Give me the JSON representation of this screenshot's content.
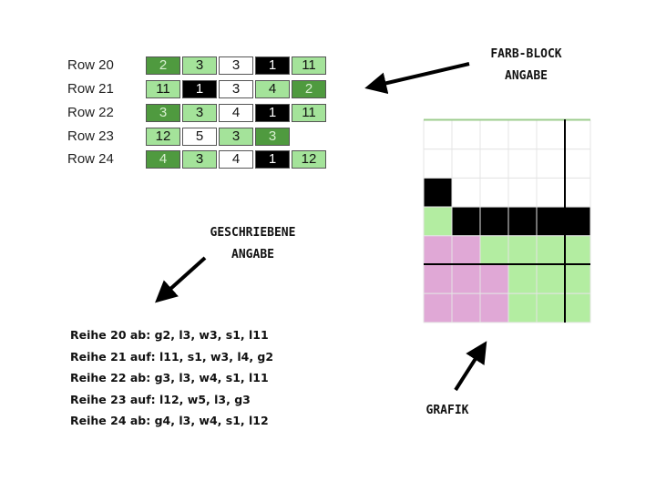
{
  "colors": {
    "g": "#4f9a3f",
    "l": "#a4e39a",
    "w": "#ffffff",
    "s": "#000000",
    "p": "#e0a8d6",
    "grid_green": "#b3eda1"
  },
  "farb_block": {
    "rows": [
      {
        "label": "Row 20",
        "blocks": [
          {
            "c": "g",
            "n": "2"
          },
          {
            "c": "l",
            "n": "3"
          },
          {
            "c": "w",
            "n": "3"
          },
          {
            "c": "s",
            "n": "1"
          },
          {
            "c": "l",
            "n": "11"
          }
        ]
      },
      {
        "label": "Row 21",
        "blocks": [
          {
            "c": "l",
            "n": "11"
          },
          {
            "c": "s",
            "n": "1"
          },
          {
            "c": "w",
            "n": "3"
          },
          {
            "c": "l",
            "n": "4"
          },
          {
            "c": "g",
            "n": "2"
          }
        ]
      },
      {
        "label": "Row 22",
        "blocks": [
          {
            "c": "g",
            "n": "3"
          },
          {
            "c": "l",
            "n": "3"
          },
          {
            "c": "w",
            "n": "4"
          },
          {
            "c": "s",
            "n": "1"
          },
          {
            "c": "l",
            "n": "11"
          }
        ]
      },
      {
        "label": "Row 23",
        "blocks": [
          {
            "c": "l",
            "n": "12"
          },
          {
            "c": "w",
            "n": "5"
          },
          {
            "c": "l",
            "n": "3"
          },
          {
            "c": "g",
            "n": "3"
          }
        ]
      },
      {
        "label": "Row 24",
        "blocks": [
          {
            "c": "g",
            "n": "4"
          },
          {
            "c": "l",
            "n": "3"
          },
          {
            "c": "w",
            "n": "4"
          },
          {
            "c": "s",
            "n": "1"
          },
          {
            "c": "l",
            "n": "12"
          }
        ]
      }
    ]
  },
  "labels": {
    "farb_line1": "FARB-BLOCK",
    "farb_line2": "ANGABE",
    "geschrieben_line1": "GESCHRIEBENE",
    "geschrieben_line2": "ANGABE",
    "grafik": "GRAFIK"
  },
  "written": [
    "Reihe 20 ab: g2, l3, w3, s1, l11",
    "Reihe 21 auf: l11, s1, w3, l4, g2",
    "Reihe 22 ab: g3, l3, w4, s1, l11",
    "Reihe 23 auf: l12, w5, l3, g3",
    "Reihe 24 ab: g4, l3, w4, s1, l12"
  ],
  "grafik_grid": [
    [
      "w",
      "w",
      "w",
      "w",
      "w",
      "w"
    ],
    [
      "w",
      "w",
      "w",
      "w",
      "w",
      "w"
    ],
    [
      "s",
      "w",
      "w",
      "w",
      "w",
      "w"
    ],
    [
      "G",
      "s",
      "s",
      "s",
      "s",
      "s"
    ],
    [
      "p",
      "p",
      "G",
      "G",
      "G",
      "G"
    ],
    [
      "p",
      "p",
      "p",
      "G",
      "G",
      "G"
    ],
    [
      "p",
      "p",
      "p",
      "G",
      "G",
      "G"
    ]
  ]
}
